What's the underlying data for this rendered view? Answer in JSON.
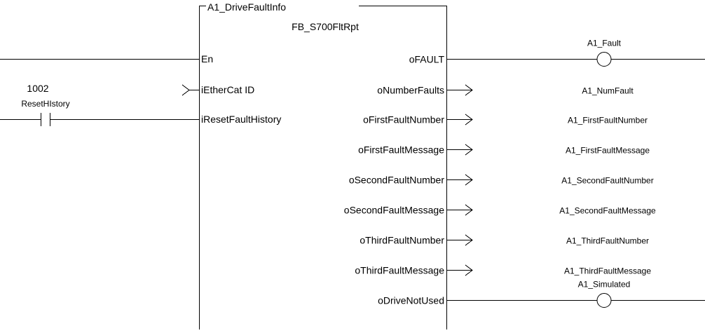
{
  "block": {
    "instance_name": "A1_DriveFaultInfo",
    "type_name": "FB_S700FltRpt"
  },
  "left_inputs": {
    "en": "En",
    "ethercat_id": "iEtherCat  ID",
    "reset_history": "iResetFaultHistory"
  },
  "ethercat_constant": "1002",
  "reset_contact_variable": "ResetHIstory",
  "outputs": [
    {
      "pin": "oFAULT",
      "variable": "A1_Fault",
      "kind": "coil"
    },
    {
      "pin": "oNumberFaults",
      "variable": "A1_NumFault",
      "kind": "arrow"
    },
    {
      "pin": "oFirstFaultNumber",
      "variable": "A1_FirstFaultNumber",
      "kind": "arrow"
    },
    {
      "pin": "oFirstFaultMessage",
      "variable": "A1_FirstFaultMessage",
      "kind": "arrow"
    },
    {
      "pin": "oSecondFaultNumber",
      "variable": "A1_SecondFaultNumber",
      "kind": "arrow"
    },
    {
      "pin": "oSecondFaultMessage",
      "variable": "A1_SecondFaultMessage",
      "kind": "arrow"
    },
    {
      "pin": "oThirdFaultNumber",
      "variable": "A1_ThirdFaultNumber",
      "kind": "arrow"
    },
    {
      "pin": "oThirdFaultMessage",
      "variable": "A1_ThirdFaultMessage",
      "kind": "arrow"
    },
    {
      "pin": "oDriveNotUsed",
      "variable": "A1_Simulated",
      "kind": "coil"
    }
  ]
}
